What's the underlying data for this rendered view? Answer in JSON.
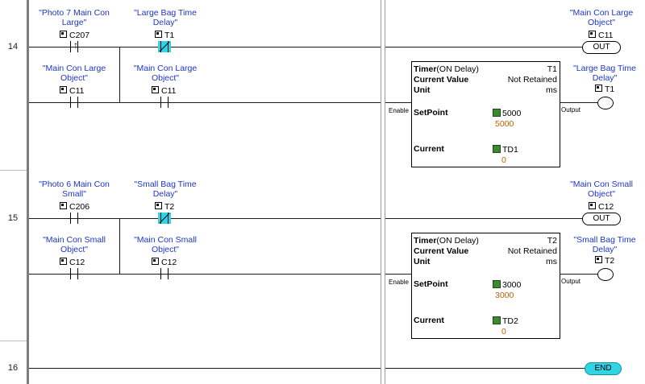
{
  "rows": [
    {
      "number": "14"
    },
    {
      "number": "15"
    },
    {
      "number": "16"
    }
  ],
  "rung14": {
    "c207": {
      "label": "\"Photo 7 Main Con Large\"",
      "addr": "C207"
    },
    "t1_contact": {
      "label": "\"Large Bag Time Delay\"",
      "addr": "T1"
    },
    "c11_out": {
      "label": "\"Main Con Large Object\"",
      "addr": "C11",
      "instr": "OUT"
    },
    "c11_contact1": {
      "label": "\"Main Con Large Object\"",
      "addr": "C11"
    },
    "c11_contact2": {
      "label": "\"Main Con Large Object\"",
      "addr": "C11"
    },
    "t1_coil": {
      "label": "\"Large Bag Time Delay\"",
      "addr": "T1"
    },
    "timer": {
      "title": "Timer",
      "mode": "(ON Delay)",
      "id": "T1",
      "current_value_label": "Current Value",
      "current_value": "Not Retained",
      "unit_label": "Unit",
      "unit": "ms",
      "setpoint_label": "SetPoint",
      "setpoint": "5000",
      "setpoint_value": "5000",
      "current_label": "Current",
      "current": "TD1",
      "current_num": "0",
      "enable": "Enable",
      "output": "Output"
    }
  },
  "rung15": {
    "c206": {
      "label": "\"Photo 6 Main Con Small\"",
      "addr": "C206"
    },
    "t2_contact": {
      "label": "\"Small  Bag Time Delay\"",
      "addr": "T2"
    },
    "c12_out": {
      "label": "\"Main Con Small Object\"",
      "addr": "C12",
      "instr": "OUT"
    },
    "c12_contact1": {
      "label": "\"Main Con Small Object\"",
      "addr": "C12"
    },
    "c12_contact2": {
      "label": "\"Main Con Small Object\"",
      "addr": "C12"
    },
    "t2_coil": {
      "label": "\"Small  Bag Time Delay\"",
      "addr": "T2"
    },
    "timer": {
      "title": "Timer",
      "mode": "(ON Delay)",
      "id": "T2",
      "current_value_label": "Current Value",
      "current_value": "Not Retained",
      "unit_label": "Unit",
      "unit": "ms",
      "setpoint_label": "SetPoint",
      "setpoint": "3000",
      "setpoint_value": "3000",
      "current_label": "Current",
      "current": "TD2",
      "current_num": "0",
      "enable": "Enable",
      "output": "Output"
    }
  },
  "rung16": {
    "end": "END"
  },
  "colors": {
    "label_blue": "#1f35c8",
    "end_fill": "#2fd4e6",
    "setpoint_orange": "#c06000"
  }
}
